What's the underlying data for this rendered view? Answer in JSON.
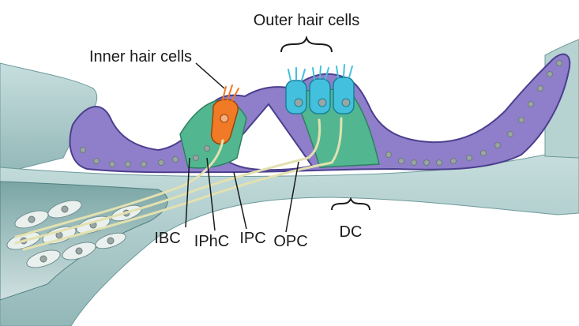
{
  "labels": {
    "outer_hair_cells": "Outer hair cells",
    "inner_hair_cells": "Inner hair cells",
    "ibc": "IBC",
    "iphc": "IPhC",
    "ipc": "IPC",
    "opc": "OPC",
    "dc": "DC"
  },
  "colors": {
    "basilar_tissue": "#a9c9c9",
    "tissue_dark": "#5f8f90",
    "epithelium_purple": "#8f7ec9",
    "epithelium_outline": "#4b3f8e",
    "nucleus": "#9aa6a3",
    "supporting_green": "#52b791",
    "inner_hair_cell": "#f07a25",
    "outer_hair_cell": "#43c0dd",
    "nerve_fiber": "#e3e1b0"
  }
}
